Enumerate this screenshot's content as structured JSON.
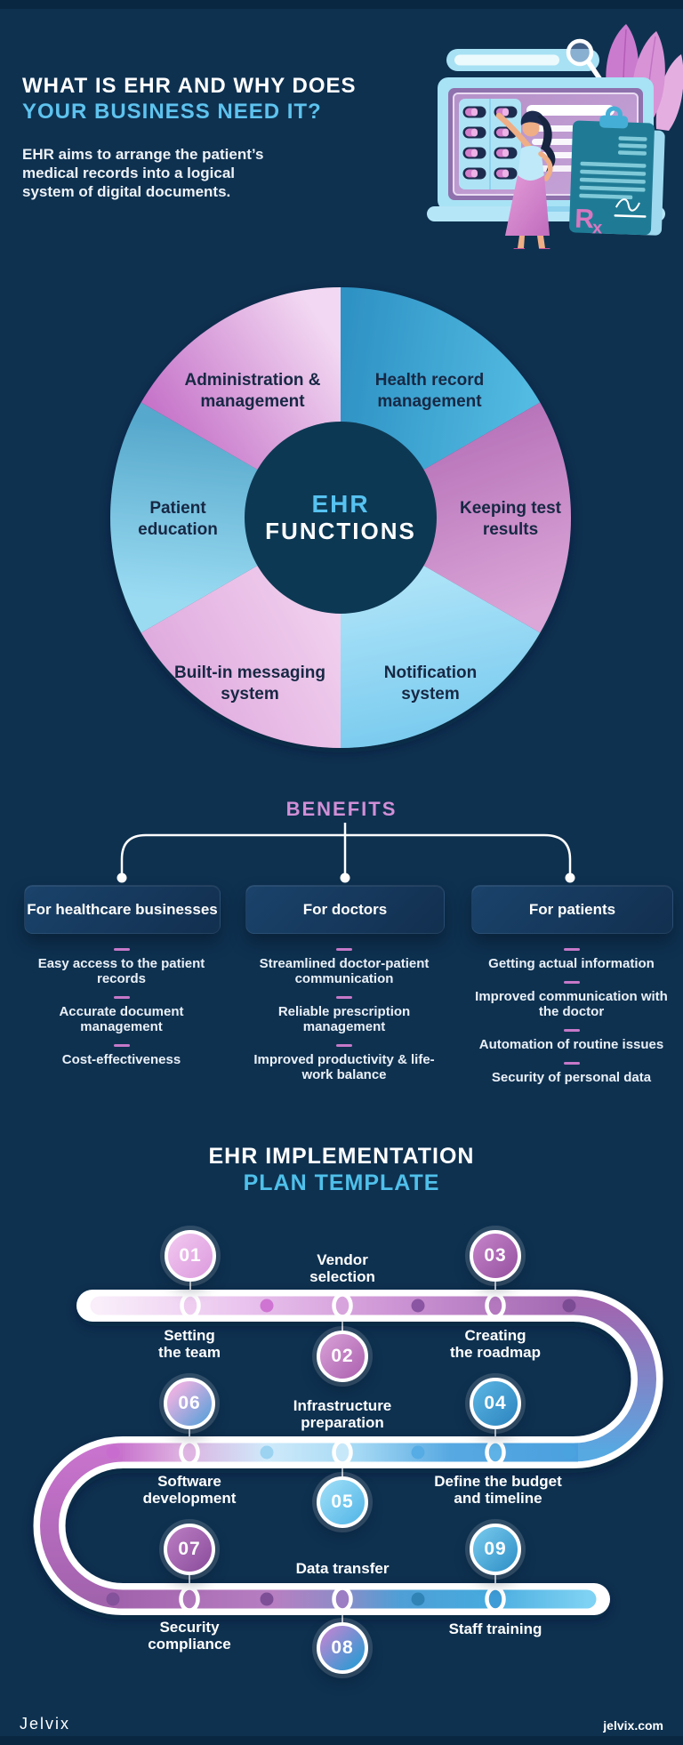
{
  "header": {
    "title_line1": "WHAT IS EHR AND WHY DOES",
    "title_line2": "YOUR BUSINESS NEED IT?",
    "description": "EHR aims to arrange the patient’s medical records into a logical system of digital documents."
  },
  "wheel": {
    "center_line1": "EHR",
    "center_line2": "FUNCTIONS",
    "segments": [
      {
        "id": "health-record-management",
        "label_line1": "Health record",
        "label_line2": "management",
        "color": "#3aa3d0"
      },
      {
        "id": "keeping-test-results",
        "label_line1": "Keeping test",
        "label_line2": "results",
        "color": "#cd92cb"
      },
      {
        "id": "notification-system",
        "label_line1": "Notification",
        "label_line2": "system",
        "color": "#8ad5f2"
      },
      {
        "id": "built-in-messaging-system",
        "label_line1": "Built-in messaging",
        "label_line2": "system",
        "color": "#e8bce7"
      },
      {
        "id": "patient-education",
        "label_line1": "Patient",
        "label_line2": "education",
        "color": "#86cfeb"
      },
      {
        "id": "administration-management",
        "label_line1": "Administration &",
        "label_line2": "management",
        "color": "#dda7e0"
      }
    ]
  },
  "benefits": {
    "title": "BENEFITS",
    "groups": [
      {
        "heading": "For healthcare businesses",
        "items": [
          "Easy access to the patient records",
          "Accurate document management",
          "Cost-effectiveness"
        ]
      },
      {
        "heading": "For doctors",
        "items": [
          "Streamlined doctor-patient communication",
          "Reliable prescription management",
          "Improved productivity & life-work balance"
        ]
      },
      {
        "heading": "For patients",
        "items": [
          "Getting actual information",
          "Improved communication with the doctor",
          "Automation of routine issues",
          "Security of personal data"
        ]
      }
    ]
  },
  "plan": {
    "title_line1": "EHR IMPLEMENTATION",
    "title_line2": "PLAN TEMPLATE",
    "steps": [
      {
        "num": "01",
        "label_line1": "Setting",
        "label_line2": "the team",
        "color": "#dc9ade"
      },
      {
        "num": "02",
        "label_line1": "Vendor",
        "label_line2": "selection",
        "color": "#ab60ae"
      },
      {
        "num": "03",
        "label_line1": "Creating",
        "label_line2": "the roadmap",
        "color": "#96519f"
      },
      {
        "num": "04",
        "label_line1": "Define the budget",
        "label_line2": "and timeline",
        "color": "#2c84bf"
      },
      {
        "num": "05",
        "label_line1": "Infrastructure",
        "label_line2": "preparation",
        "color": "#4fb4e6"
      },
      {
        "num": "06",
        "label_line1": "Software",
        "label_line2": "development",
        "color": "#68a2da"
      },
      {
        "num": "07",
        "label_line1": "Security",
        "label_line2": "compliance",
        "color": "#8a4c9b"
      },
      {
        "num": "08",
        "label_line1": "Data transfer",
        "color": "#3c98d3"
      },
      {
        "num": "09",
        "label_line1": "Staff training",
        "color": "#2d8ec5"
      }
    ]
  },
  "footer": {
    "logo": "Jelvix",
    "site": "jelvix.com"
  },
  "colors": {
    "background": "#0e3150",
    "accent_blue": "#5ec3ee",
    "accent_pink": "#d18fd6",
    "label_navy": "#172844",
    "road_pink": "#c873cd",
    "road_purple": "#a263ad",
    "road_blue": "#57a9e2"
  }
}
